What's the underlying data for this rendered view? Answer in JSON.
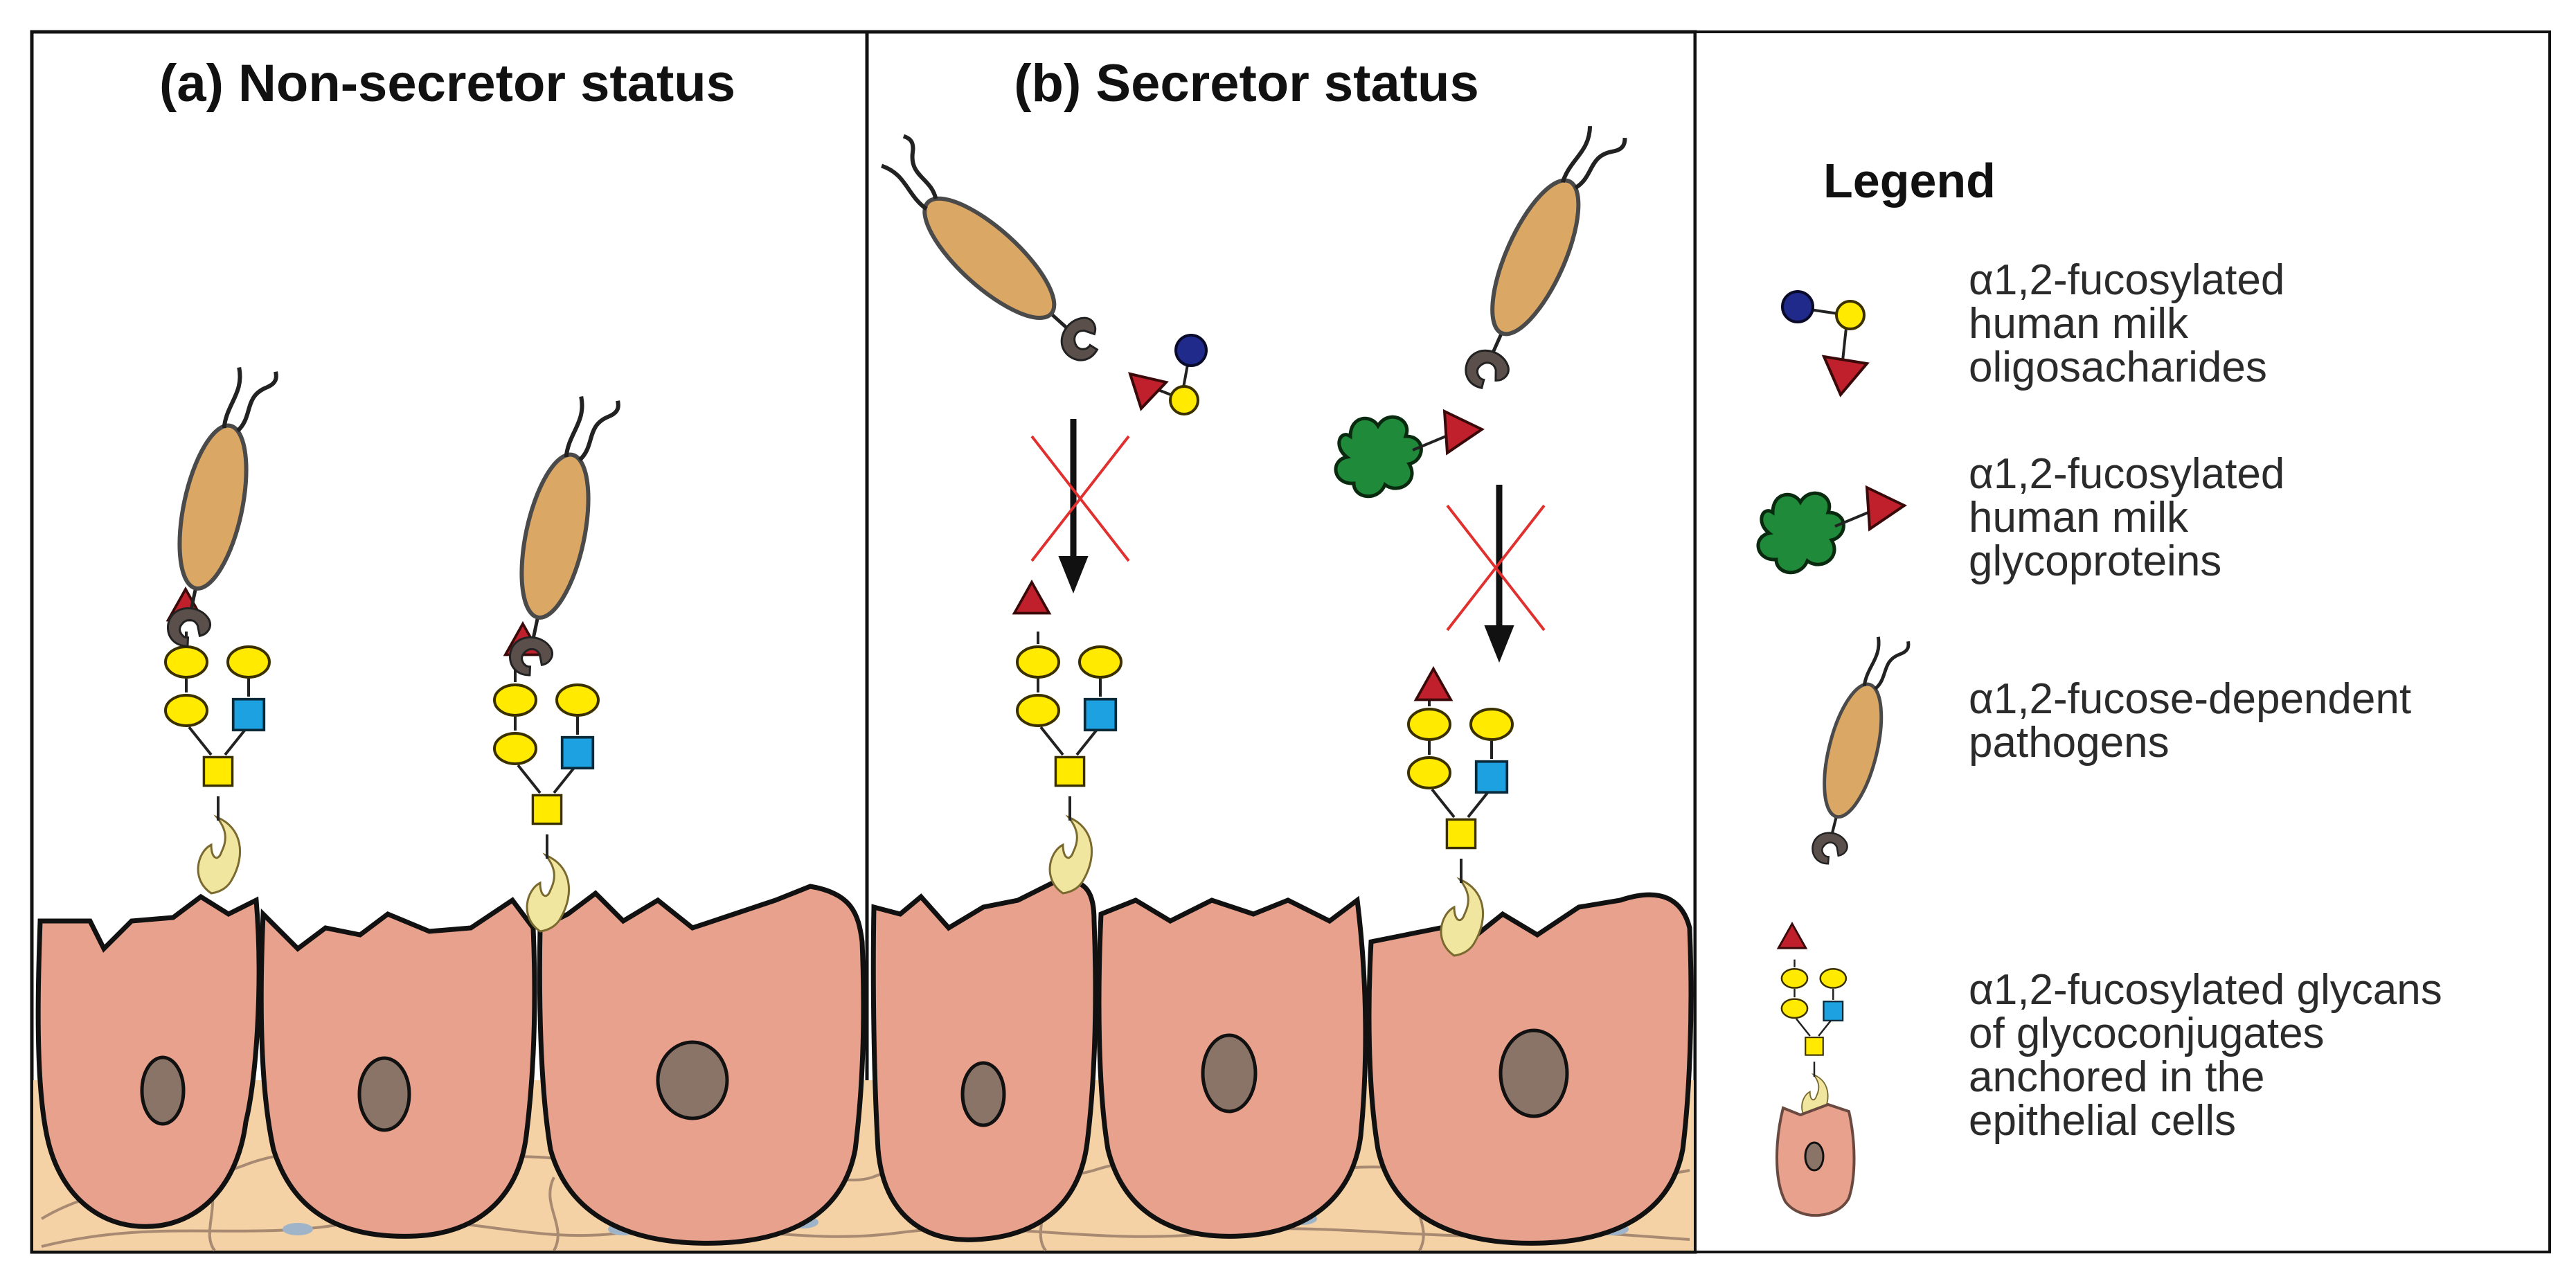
{
  "panels": {
    "a": {
      "title": "(a) Non-secretor status"
    },
    "b": {
      "title": "(b) Secretor status"
    }
  },
  "legend": {
    "heading": "Legend",
    "items": [
      {
        "icon": "fucosylated-hmo-icon",
        "lines": [
          "α1,2-fucosylated",
          "human milk",
          "oligosacharides"
        ]
      },
      {
        "icon": "fucosylated-glycoprotein-icon",
        "lines": [
          "α1,2-fucosylated",
          "human milk",
          "glycoproteins"
        ]
      },
      {
        "icon": "pathogen-icon",
        "lines": [
          "α1,2-fucose-dependent",
          "pathogens"
        ]
      },
      {
        "icon": "epithelial-glycan-icon",
        "lines": [
          "α1,2-fucosylated glycans",
          "of glycoconjugates",
          "anchored in the",
          "epithelial cells"
        ]
      }
    ]
  },
  "colors": {
    "fucose": "#c0202c",
    "galactose": "#ffea00",
    "glcnac": "#1da1e0",
    "sialic_blue": "#1f2a8a",
    "pathogen_body": "#dba765",
    "cell": "#e8a18d",
    "nucleus": "#8a7468",
    "tissue": "#f4d2a6",
    "glycoprotein": "#1f8a3a",
    "inhibit_cross": "#e03030"
  }
}
